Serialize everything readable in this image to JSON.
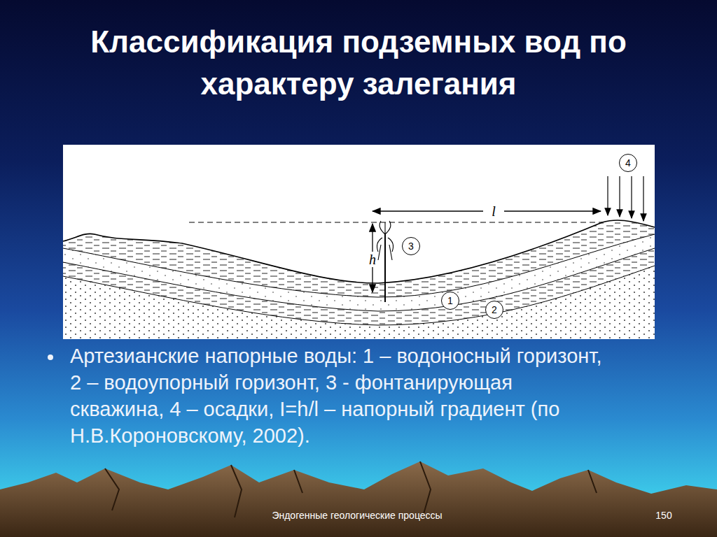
{
  "diagram": {
    "title": "Классификация подземных вод по характеру залегания",
    "caption": "Артезианские напорные воды: 1 – водоносный горизонт, 2 – водоупорный горизонт, 3 - фонтанирующая скважина, 4 – осадки, I=h/l – напорный градиент (по Н.В.Короновскому, 2002).",
    "nodes": [
      {
        "text": [
          "4"
        ]
      },
      {
        "text": [
          "3"
        ]
      },
      {
        "text": [
          "1"
        ]
      },
      {
        "text": [
          "2"
        ]
      }
    ],
    "labels": [
      "l",
      "h",
      "Эндогенные геологические процессы",
      "150"
    ]
  }
}
